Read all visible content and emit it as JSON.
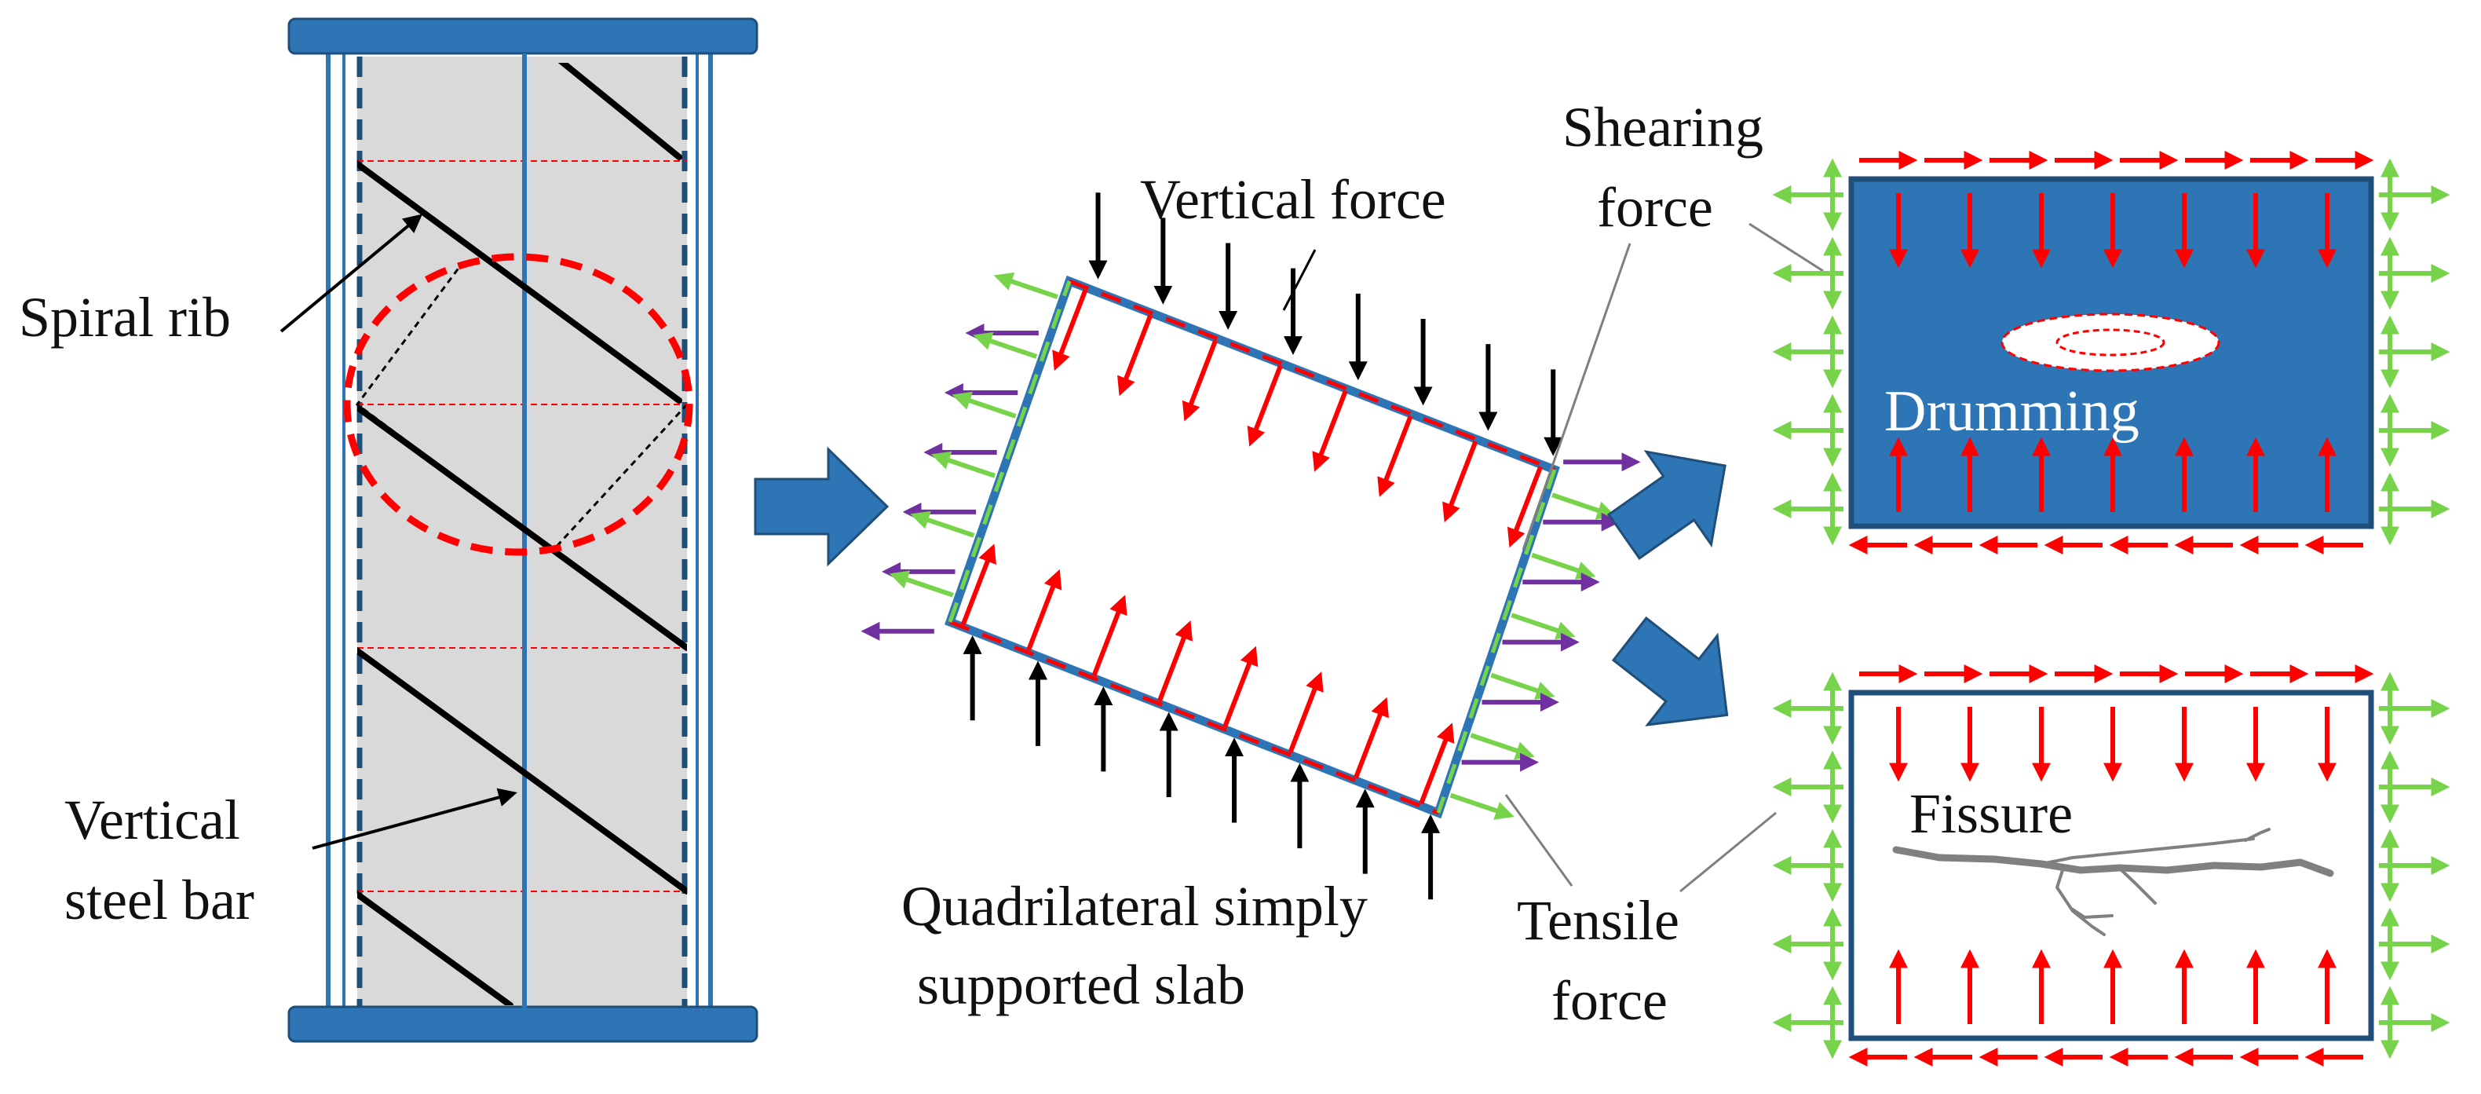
{
  "labels": {
    "spiral_rib": "Spiral rib",
    "vertical_steel_bar_line1": "Vertical",
    "vertical_steel_bar_line2": "steel bar",
    "vertical_force": "Vertical force",
    "shearing_force_line1": "Shearing",
    "shearing_force_line2": "force",
    "slab_line1": "Quadrilateral simply",
    "slab_line2": "supported slab",
    "tensile_force_line1": "Tensile",
    "tensile_force_line2": "force",
    "drumming": "Drumming",
    "fissure": "Fissure"
  },
  "colors": {
    "steel_blue": "#2e75b6",
    "panel_fill": "#d9d9d9",
    "force_red": "#ff0000",
    "force_green": "#77d34a",
    "force_purple": "#7030a0",
    "force_black": "#000000",
    "crack_gray": "#808080"
  }
}
